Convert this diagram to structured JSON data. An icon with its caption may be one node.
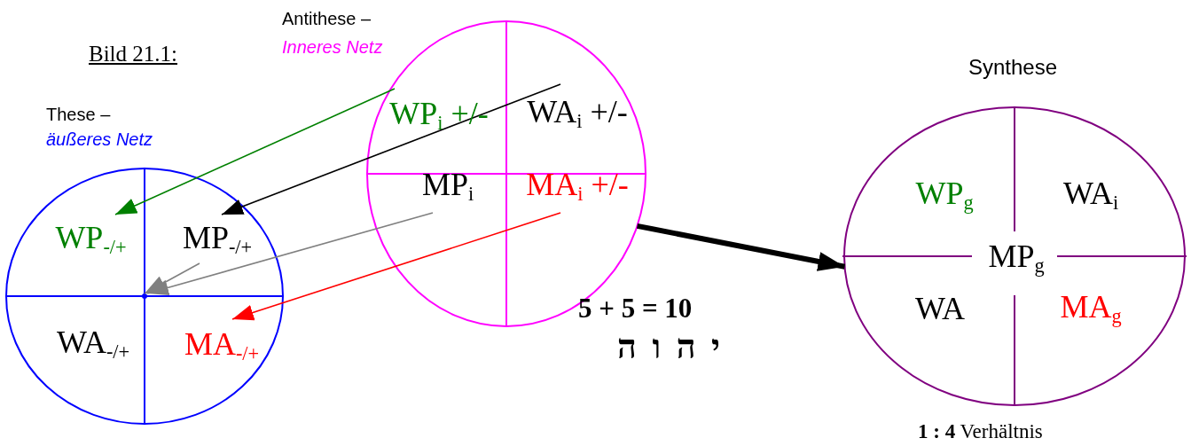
{
  "diagram": {
    "title": "Bild 21.1:",
    "nodes": [
      {
        "text": [
          "These –",
          "äußeres Netz"
        ]
      },
      {
        "text": [
          "WP$_{-/+}$"
        ],
        "in": 0
      },
      {
        "text": [
          "MP$_{-/+}$"
        ],
        "in": 0
      },
      {
        "text": [
          "WA$_{-/+}$"
        ],
        "in": 0
      },
      {
        "text": [
          "MA$_{-/+}$"
        ],
        "in": 0
      },
      {
        "text": [
          "Antithese –",
          "Inneres Netz"
        ]
      },
      {
        "text": [
          "WP$_{i}$ +/-"
        ],
        "in": 5
      },
      {
        "text": [
          "WA$_{i}$ +/-"
        ],
        "in": 5
      },
      {
        "text": [
          "MP$_{i}$"
        ],
        "in": 5
      },
      {
        "text": [
          "MA$_{i}$ +/-"
        ],
        "in": 5
      },
      {
        "text": [
          "Synthese"
        ]
      },
      {
        "text": [
          "WP$_{g}$"
        ],
        "in": 10
      },
      {
        "text": [
          "WA$_{i}$"
        ],
        "in": 10
      },
      {
        "text": [
          "MP$_{g}$"
        ],
        "in": 10
      },
      {
        "text": [
          "WA"
        ],
        "in": 10
      },
      {
        "text": [
          "MA$_{g}$"
        ],
        "in": 10
      },
      {
        "text": [],
        "shape": "point",
        "in": 0
      }
    ],
    "edges": [
      {
        "from": 6,
        "to": 1,
        "arrow": "to",
        "color": "#008000"
      },
      {
        "from": 7,
        "to": 2,
        "arrow": "to"
      },
      {
        "from": 8,
        "to": 16,
        "arrow": "to",
        "color": "#808080"
      },
      {
        "from": 2,
        "to": 16,
        "arrow": "to",
        "color": "#808080"
      },
      {
        "from": 9,
        "to": 4,
        "arrow": "to",
        "color": "#ff0000"
      },
      {
        "from": 5,
        "to": 10,
        "arrow": "to",
        "style": "thick"
      }
    ],
    "labels": [
      "5 + 5 = 10",
      "י ה ו ה",
      "**1 : 4** Verhältnis"
    ]
  }
}
